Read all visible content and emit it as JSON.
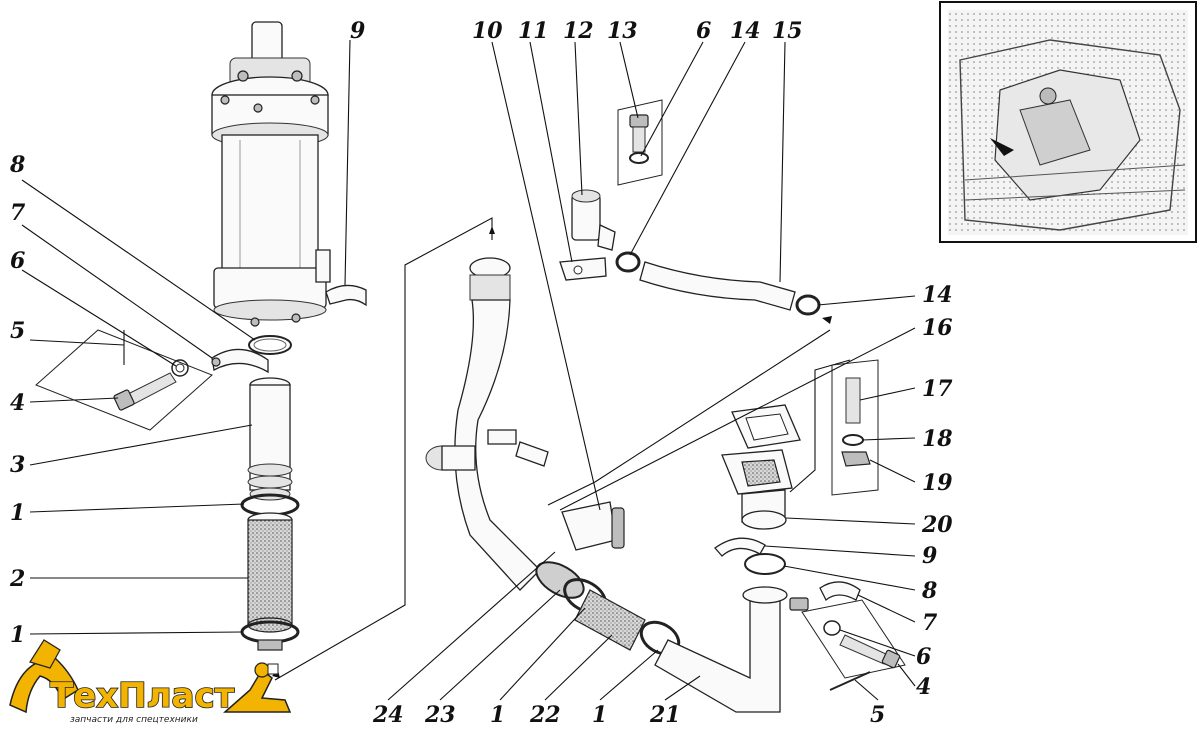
{
  "diagram": {
    "callouts": [
      "1",
      "2",
      "3",
      "4",
      "5",
      "6",
      "7",
      "8",
      "9",
      "10",
      "11",
      "12",
      "13",
      "14",
      "15",
      "16",
      "17",
      "18",
      "19",
      "20",
      "21",
      "22",
      "23",
      "24"
    ]
  },
  "logo": {
    "name": "ТехПласт",
    "tagline": "запчасти для спецтехники",
    "colors": {
      "primary": "#f2b400",
      "outline": "#222222"
    }
  },
  "inset": {
    "icon": "engine-bay-photo"
  }
}
